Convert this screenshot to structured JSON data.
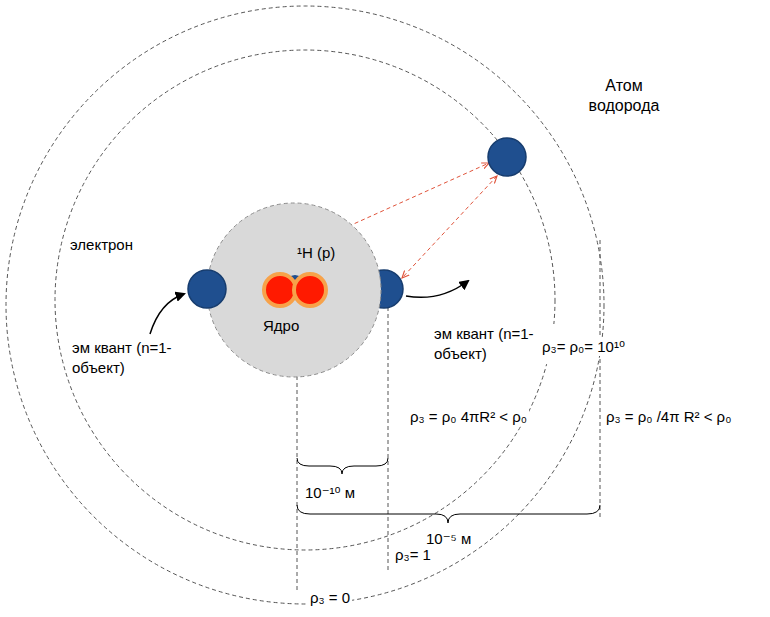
{
  "diagram": {
    "title": "Атом водорода",
    "nodes": [
      {
        "text": [
          "¹H (p)",
          "Ядро"
        ]
      },
      {
        "text": [
          "электрон"
        ]
      }
    ],
    "labels": [
      "эм квант (n=1-объект)",
      "эм квант (n=1-объект)",
      "ρ₃= ρ₀= 10¹⁰",
      "ρ₃ = ρ₀ 4πR² < ρ₀",
      "ρ₃ = ρ₀ /4π R² < ρ₀",
      "10⁻¹⁰ м",
      "10⁻⁵ м",
      "ρ₃= 1",
      "ρ₃ = 0"
    ]
  }
}
